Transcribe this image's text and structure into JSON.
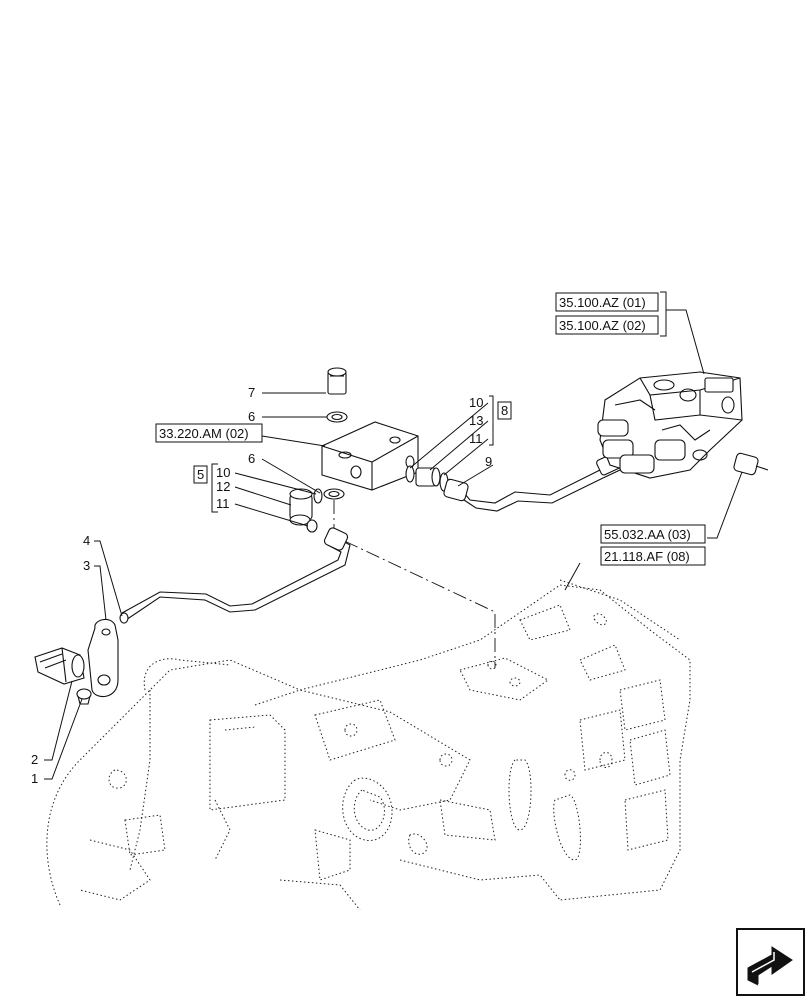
{
  "callouts": {
    "c1": "1",
    "c2": "2",
    "c3": "3",
    "c4": "4",
    "c5": "5",
    "c6a": "6",
    "c6b": "6",
    "c7": "7",
    "c8": "8",
    "c9": "9",
    "c10a": "10",
    "c10b": "10",
    "c11a": "11",
    "c11b": "11",
    "c12": "12",
    "c13": "13"
  },
  "references": {
    "r_33220": "33.220.AM (02)",
    "r_35100_01": "35.100.AZ (01)",
    "r_35100_02": "35.100.AZ (02)",
    "r_55032": "55.032.AA (03)",
    "r_21118": "21.118.AF (08)"
  },
  "navigation": {
    "icon": "next-page-arrow-icon"
  }
}
